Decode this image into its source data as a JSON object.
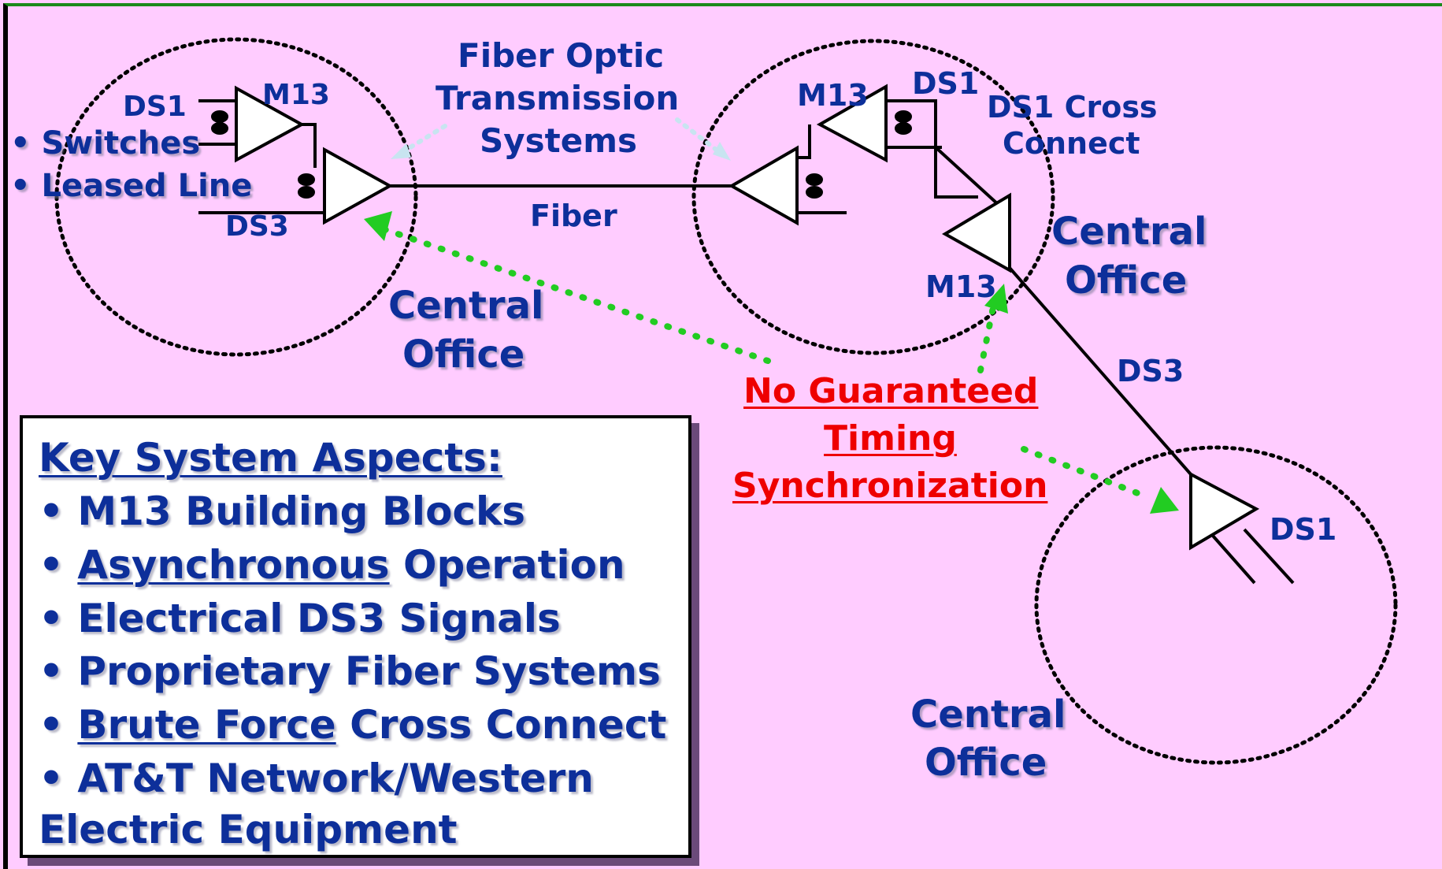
{
  "diagram": {
    "left_office": {
      "ds1": "DS1",
      "m13": "M13",
      "ds3": "DS3",
      "bullet_switches": "• Switches",
      "bullet_leased_line": "• Leased Line",
      "office_line1": "Central",
      "office_line2": "Office"
    },
    "fiber_optic": {
      "line1": "Fiber Optic",
      "line2": "Transmission",
      "line3": "Systems"
    },
    "fiber_label": "Fiber",
    "middle_office": {
      "m13_top": "M13",
      "ds1": "DS1",
      "cross_connect_line1": "DS1 Cross",
      "cross_connect_line2": "Connect",
      "office_line1": "Central",
      "office_line2": "Office",
      "m13_bottom": "M13"
    },
    "ds3_link": "DS3",
    "timing": {
      "line1": "No Guaranteed",
      "line2": "Timing",
      "line3": "Synchronization",
      "color": "#ee0000"
    },
    "right_office": {
      "ds1": "DS1",
      "office_line1": "Central",
      "office_line2": "Office"
    },
    "colors": {
      "background": "#ffccff",
      "text": "#0d2f9a",
      "dotted_arrow": "#22cc22",
      "fiber_arrow": "#c8e4f0"
    }
  },
  "key_aspects": {
    "title": "Key System Aspects:",
    "item1": "• M13 Building Blocks",
    "item2_bullet": "• ",
    "item2_underlined": "Asynchronous",
    "item2_rest": " Operation",
    "item3": "• Electrical DS3 Signals",
    "item4": "• Proprietary Fiber Systems",
    "item5_bullet": "• ",
    "item5_underlined": "Brute Force",
    "item5_rest": " Cross Connect",
    "item6_line1": "• AT&T Network/Western",
    "item6_line2": "Electric Equipment"
  }
}
